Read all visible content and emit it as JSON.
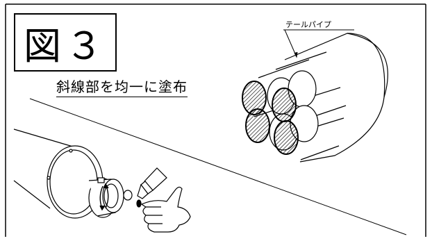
{
  "figure": {
    "label": "図３",
    "instruction": "斜線部を均一に塗布",
    "callout_tail_pipe": "テールパイプ"
  },
  "icons": {
    "hand": "pointing-hand-icon",
    "grease_tube": "grease-tube-icon",
    "rotation": "rotation-arrows-icon"
  },
  "colors": {
    "line": "#000000",
    "background": "#ffffff"
  }
}
